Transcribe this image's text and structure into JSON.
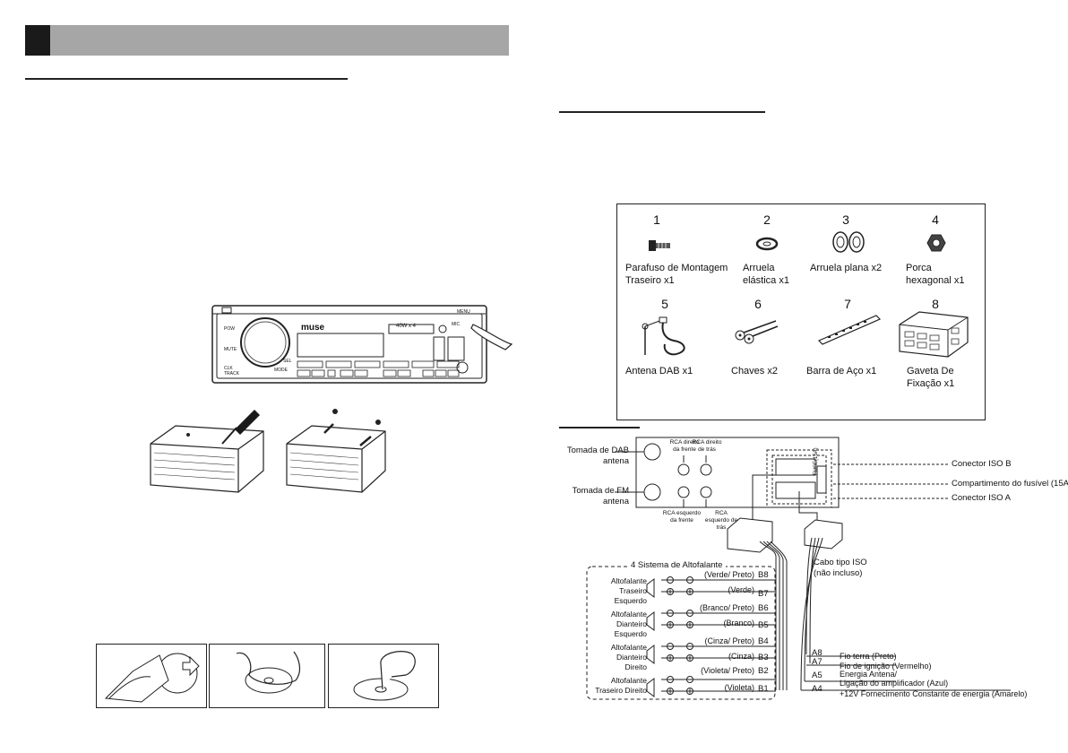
{
  "accessories": {
    "items": [
      {
        "number": "1",
        "label": "Parafuso de Montagem Traseiro x1",
        "icon": "screw-icon"
      },
      {
        "number": "2",
        "label": "Arruela elástica x1",
        "icon": "spring-washer-icon"
      },
      {
        "number": "3",
        "label": "Arruela plana x2",
        "icon": "flat-washer-icon"
      },
      {
        "number": "4",
        "label": "Porca hexagonal x1",
        "icon": "hex-nut-icon"
      },
      {
        "number": "5",
        "label": "Antena DAB x1",
        "icon": "dab-antenna-icon"
      },
      {
        "number": "6",
        "label": "Chaves x2",
        "icon": "keys-icon"
      },
      {
        "number": "7",
        "label": "Barra de Aço x1",
        "icon": "steel-bar-icon"
      },
      {
        "number": "8",
        "label": "Gaveta De Fixação x1",
        "icon": "mounting-sleeve-icon"
      }
    ]
  },
  "radio": {
    "brand": "muse",
    "output_label": "40W x 4",
    "buttons": [
      "POW",
      "MUTE",
      "CLK TRACK",
      "MODE",
      "SEL",
      "MIC",
      "MENU"
    ]
  },
  "wiring": {
    "socket_dab": "Tomada de DAB antena",
    "socket_fm": "Tomada de FM antena",
    "rca_front_right": "RCA direito da frente",
    "rca_rear_right": "RCA direito de trás",
    "rca_front_left": "RCA esquerdo da frente",
    "rca_rear_left": "RCA esquerdo de trás",
    "fuse_label": "FUSE(15A)",
    "iso_b": "Conector ISO B",
    "fuse_compartment": "Compartimento do fusível (15A)",
    "iso_a": "Conector ISO A",
    "iso_cable": "Cabo tipo ISO",
    "iso_cable_note": "(não incluso)",
    "speaker_system_title": "4 Sistema de Altofalante",
    "speakers": [
      {
        "name": "Altofalante Traseiro Esquerdo",
        "neg_color": "(Verde/ Preto)",
        "neg_pin": "B8",
        "pos_color": "(Verde)",
        "pos_pin": "B7"
      },
      {
        "name": "Altofalante Dianteiro Esquerdo",
        "neg_color": "(Branco/ Preto)",
        "neg_pin": "B6",
        "pos_color": "(Branco)",
        "pos_pin": "B5"
      },
      {
        "name": "Altofalante Dianteiro Direito",
        "neg_color": "(Cinza/ Preto)",
        "neg_pin": "B4",
        "pos_color": "(Cinza)",
        "pos_pin": "B3"
      },
      {
        "name": "Altofalante Traseiro Direito",
        "neg_color": "(Violeta/ Preto)",
        "neg_pin": "B2",
        "pos_color": "(Violeta)",
        "pos_pin": "B1"
      }
    ],
    "power_wires": [
      {
        "pin": "A8",
        "label": "Fio terra (Preto)"
      },
      {
        "pin": "A7",
        "label": "Fio de ignição (Vermelho)"
      },
      {
        "pin": "A5",
        "label": "Energia Antena/"
      },
      {
        "pin": "",
        "label": "Ligação do amplificador (Azul)"
      },
      {
        "pin": "A4",
        "label": "+12V Fornecimento Constante de energia (Amarelo)"
      }
    ]
  },
  "colors": {
    "header_bar": "#a6a6a6",
    "header_block": "#1a1a1a",
    "rule": "#222222"
  }
}
